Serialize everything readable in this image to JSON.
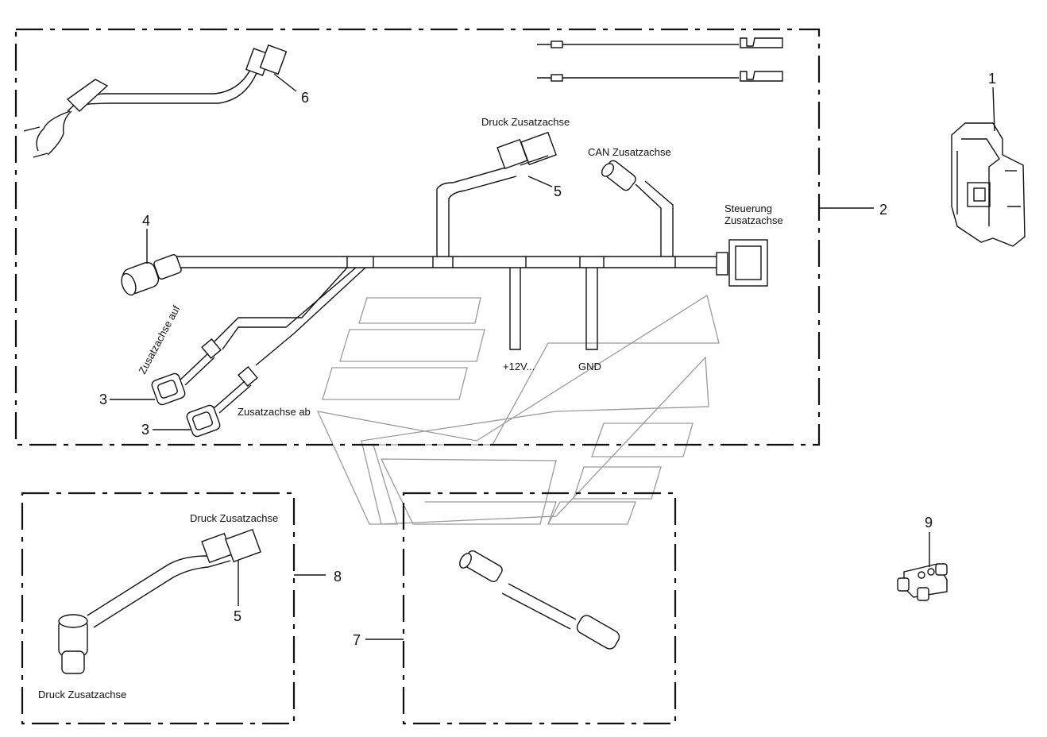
{
  "callouts": {
    "c1": "1",
    "c2": "2",
    "c3a": "3",
    "c3b": "3",
    "c4": "4",
    "c5a": "5",
    "c5b": "5",
    "c6": "6",
    "c7": "7",
    "c8": "8",
    "c9": "9"
  },
  "labels": {
    "druck_top": "Druck Zusatzachse",
    "can": "CAN Zusatzachse",
    "steuerung_1": "Steuerung",
    "steuerung_2": "Zusatzachse",
    "plus12": "+12V...",
    "gnd": "GND",
    "auf": "Zusatzachse auf",
    "ab": "Zusatzachse ab",
    "druck_kit8": "Druck Zusatzachse",
    "druck_bottom": "Druck Zusatzachse"
  },
  "parts": [
    {
      "id": "1",
      "icon": "control-unit-icon"
    },
    {
      "id": "2",
      "icon": "wiring-harness-icon"
    },
    {
      "id": "3",
      "icon": "valve-connector-icon"
    },
    {
      "id": "4",
      "icon": "round-connector-icon"
    },
    {
      "id": "5",
      "icon": "pressure-connector-icon"
    },
    {
      "id": "6",
      "icon": "pigtail-connector-icon"
    },
    {
      "id": "7",
      "icon": "can-extension-cable-icon"
    },
    {
      "id": "8",
      "icon": "pressure-adapter-cable-icon"
    },
    {
      "id": "9",
      "icon": "t-distributor-icon"
    }
  ]
}
